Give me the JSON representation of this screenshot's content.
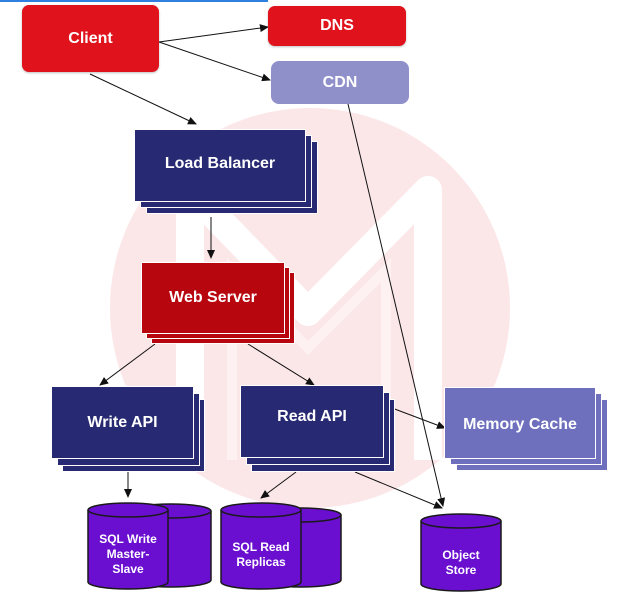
{
  "nodes": {
    "client": "Client",
    "dns": "DNS",
    "cdn": "CDN",
    "load_balancer": "Load Balancer",
    "web_server": "Web Server",
    "write_api": "Write API",
    "read_api": "Read API",
    "memory_cache": "Memory Cache",
    "sql_write": [
      "SQL Write",
      "Master-",
      "Slave"
    ],
    "sql_read": [
      "SQL Read",
      "Replicas"
    ],
    "object_store": [
      "Object",
      "Store"
    ]
  },
  "colors": {
    "red": "#e0121c",
    "navy": "#272a72",
    "maroon": "#b8060f",
    "lavender": "#8f8fca",
    "cylinder": "#6a0fd0",
    "watermark": "#fbe6e8"
  }
}
